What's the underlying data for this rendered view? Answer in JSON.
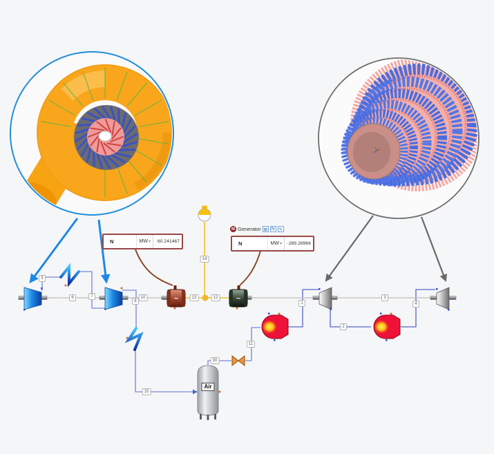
{
  "canvas": {
    "background": "#f5f6f7"
  },
  "callouts": {
    "left": {
      "content": "centrifugal compressor 3D render",
      "border_color": "#1f8ed8"
    },
    "right": {
      "content": "axial blade rows 3D render",
      "border_color": "#6e6e6e"
    }
  },
  "measurement_left": {
    "label": "N",
    "unit": "MW",
    "value": "60.241467"
  },
  "generator_panel": {
    "icon_letter": "M",
    "title": "Generator",
    "icons": {
      "type": "⊞",
      "n": "N",
      "edit": "✎"
    },
    "field": {
      "label": "N",
      "unit": "MW",
      "value": "-289.28966"
    }
  },
  "icons": {
    "chevron_down": "▾"
  },
  "components": {
    "ac_symbol": "~",
    "vessel_label": "Air"
  },
  "stream_badges": [
    "5",
    "6",
    "7",
    "8",
    "10",
    "13",
    "12",
    "14",
    "15",
    "30",
    "11",
    "1",
    "2",
    "3",
    "4"
  ],
  "colors": {
    "stream_line": "#8c9ae0",
    "shaft_line": "#c6c6c6",
    "electric_line": "#f2c12e",
    "measurement_border": "#9a4747",
    "compressor_blue": "#1e88e5",
    "combustor_red": "#ee1238",
    "valve_orange": "#e8923a"
  }
}
